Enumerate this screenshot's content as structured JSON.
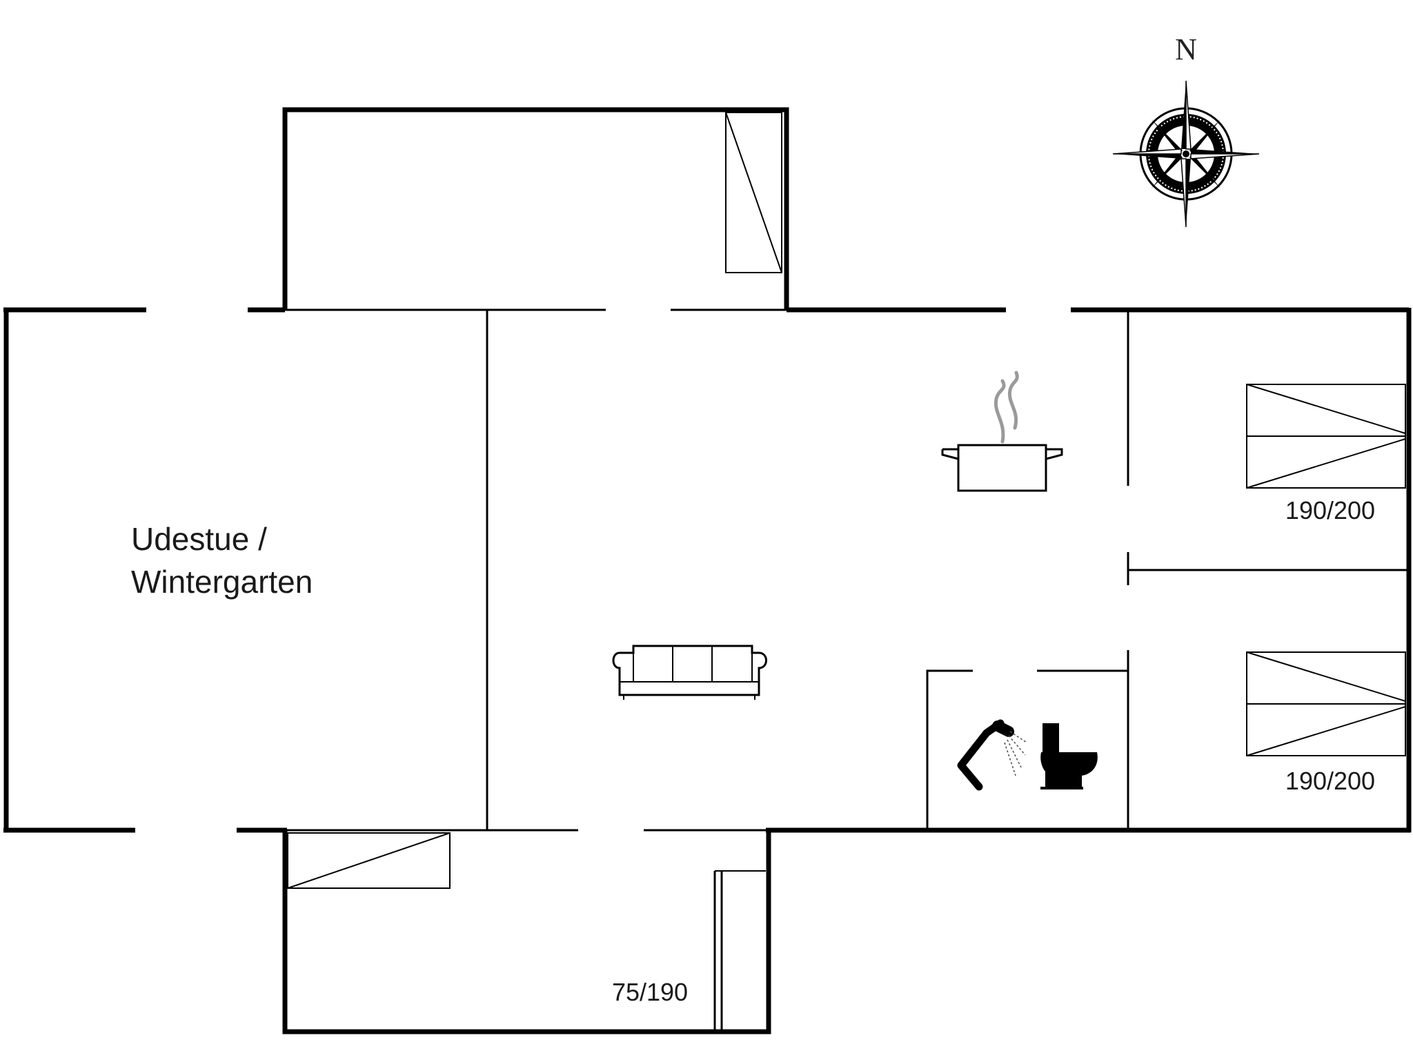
{
  "rooms": {
    "sunroom_line1": "Udestue /",
    "sunroom_line2": "Wintergarten"
  },
  "beds": {
    "bed_top_size": "190/200",
    "bed_bottom_size": "190/200",
    "bed_small_size": "75/190"
  },
  "compass": {
    "north": "N"
  },
  "icons": {
    "kitchen": "cooking-pot-icon",
    "living": "sofa-icon",
    "bath_shower": "shower-icon",
    "bath_toilet": "toilet-icon",
    "orientation": "compass-rose-icon"
  },
  "colors": {
    "wall": "#000000",
    "background": "#ffffff",
    "steam": "#9a9a9a"
  }
}
